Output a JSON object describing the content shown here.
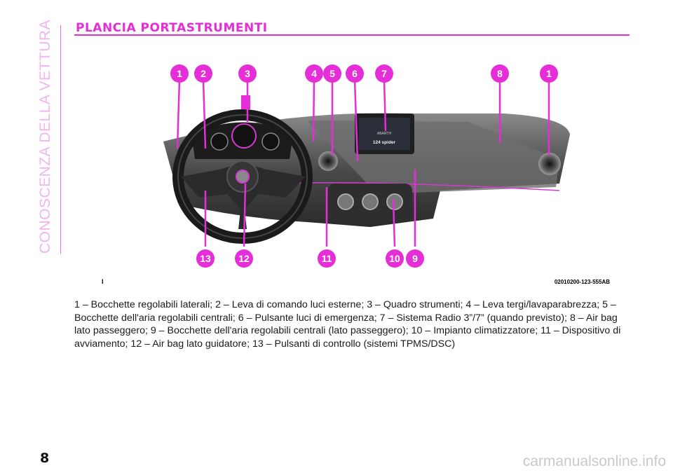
{
  "side_title": "CONOSCENZA DELLA VETTURA",
  "header": "PLANCIA PORTASTRUMENTI",
  "figure": {
    "callouts": [
      "1",
      "2",
      "3",
      "4",
      "5",
      "6",
      "7",
      "8",
      "1",
      "13",
      "12",
      "11",
      "10",
      "9"
    ],
    "marker": "I",
    "code": "02010200-123-555AB",
    "display_brand": "ABARTH",
    "display_model": "124 spider",
    "accent_color": "#e52dd8"
  },
  "caption": "1 – Bocchette regolabili laterali; 2 – Leva di comando luci esterne; 3 – Quadro strumenti; 4 – Leva tergi/lavaparabrezza; 5 – Bocchette dell'aria regolabili centrali; 6 – Pulsante luci di emergenza; 7 – Sistema Radio 3”/7” (quando previsto); 8 – Air bag lato passeggero; 9 – Bocchette dell'aria regolabili centrali (lato passeggero); 10 – Impianto climatizzatore; 11 – Dispositivo di avviamento; 12 – Air bag lato guidatore; 13 – Pulsanti di controllo (sistemi TPMS/DSC)",
  "page_number": "8",
  "watermark": "carmanualsonline.info"
}
